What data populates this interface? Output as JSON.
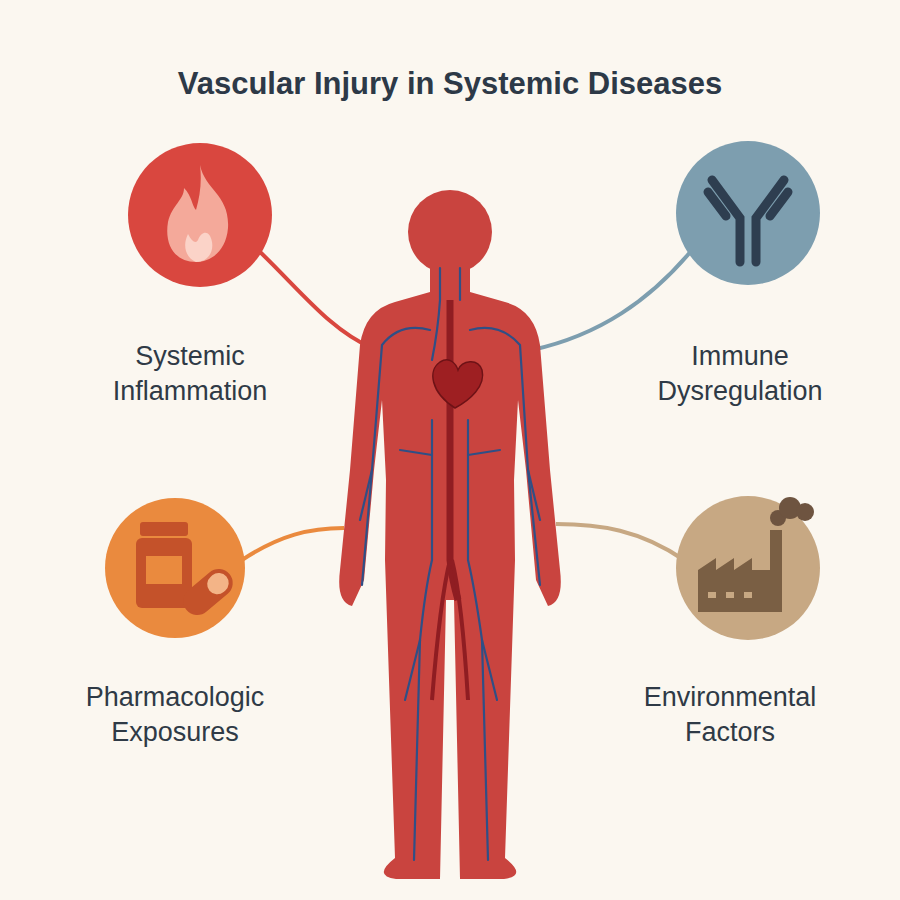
{
  "diagram": {
    "title": "Vascular Injury in Systemic Diseases",
    "nodes": [
      {
        "text": [
          "Systemic Inflammation"
        ]
      },
      {
        "text": [
          "Immune Dysregulation"
        ]
      },
      {
        "text": [
          "Pharmacologic Exposures"
        ]
      },
      {
        "text": [
          "Environmental Factors"
        ]
      }
    ]
  }
}
